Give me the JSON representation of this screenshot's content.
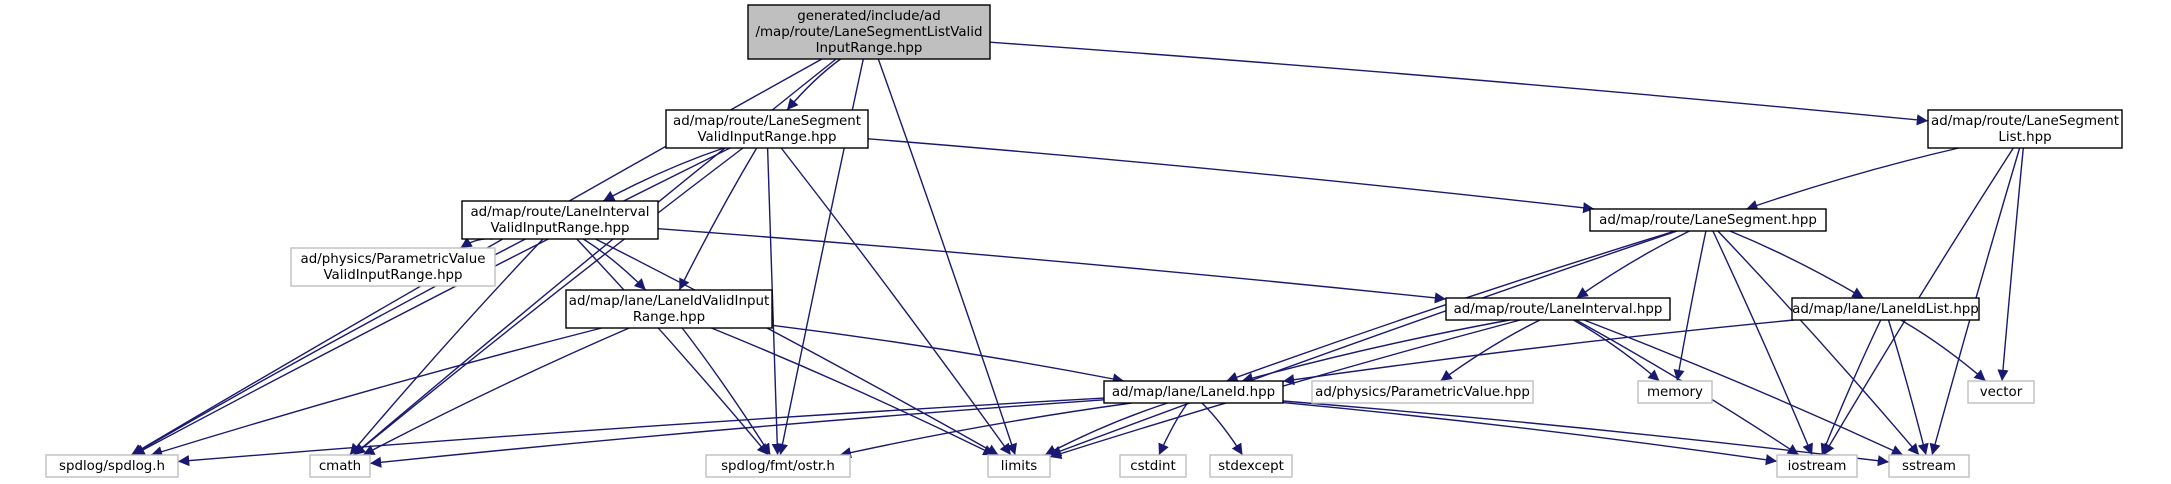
{
  "colors": {
    "edge": "#191970",
    "root_fill": "#bfbfbf",
    "root_stroke": "#000000",
    "file_stroke": "#000000",
    "system_stroke": "#bfbfbf",
    "system_text": "#000000"
  },
  "nodes": [
    {
      "id": "root",
      "kind": "root",
      "lines": [
        "generated/include/ad",
        "/map/route/LaneSegmentListValid",
        "InputRange.hpp"
      ]
    },
    {
      "id": "lsvir",
      "kind": "file",
      "lines": [
        "ad/map/route/LaneSegment",
        "ValidInputRange.hpp"
      ]
    },
    {
      "id": "lsl",
      "kind": "file",
      "lines": [
        "ad/map/route/LaneSegment",
        "List.hpp"
      ]
    },
    {
      "id": "livir",
      "kind": "file",
      "lines": [
        "ad/map/route/LaneInterval",
        "ValidInputRange.hpp"
      ]
    },
    {
      "id": "ls",
      "kind": "file",
      "lines": [
        "ad/map/route/LaneSegment.hpp"
      ]
    },
    {
      "id": "pvvir",
      "kind": "system",
      "lines": [
        "ad/physics/ParametricValue",
        "ValidInputRange.hpp"
      ]
    },
    {
      "id": "lidvir",
      "kind": "file",
      "lines": [
        "ad/map/lane/LaneIdValidInput",
        "Range.hpp"
      ]
    },
    {
      "id": "li",
      "kind": "file",
      "lines": [
        "ad/map/route/LaneInterval.hpp"
      ]
    },
    {
      "id": "lidl",
      "kind": "file",
      "lines": [
        "ad/map/lane/LaneIdList.hpp"
      ]
    },
    {
      "id": "memory",
      "kind": "system",
      "lines": [
        "memory"
      ]
    },
    {
      "id": "vector",
      "kind": "system",
      "lines": [
        "vector"
      ]
    },
    {
      "id": "lid",
      "kind": "file",
      "lines": [
        "ad/map/lane/LaneId.hpp"
      ]
    },
    {
      "id": "pv",
      "kind": "system",
      "lines": [
        "ad/physics/ParametricValue.hpp"
      ]
    },
    {
      "id": "spdlog",
      "kind": "system",
      "lines": [
        "spdlog/spdlog.h"
      ]
    },
    {
      "id": "cmath",
      "kind": "system",
      "lines": [
        "cmath"
      ]
    },
    {
      "id": "ostr",
      "kind": "system",
      "lines": [
        "spdlog/fmt/ostr.h"
      ]
    },
    {
      "id": "limits",
      "kind": "system",
      "lines": [
        "limits"
      ]
    },
    {
      "id": "cstdint",
      "kind": "system",
      "lines": [
        "cstdint"
      ]
    },
    {
      "id": "stdexcept",
      "kind": "system",
      "lines": [
        "stdexcept"
      ]
    },
    {
      "id": "iostream",
      "kind": "system",
      "lines": [
        "iostream"
      ]
    },
    {
      "id": "sstream",
      "kind": "system",
      "lines": [
        "sstream"
      ]
    }
  ],
  "edges": [
    [
      "root",
      "lsvir"
    ],
    [
      "root",
      "lsl"
    ],
    [
      "root",
      "spdlog"
    ],
    [
      "root",
      "cmath"
    ],
    [
      "root",
      "ostr"
    ],
    [
      "root",
      "limits"
    ],
    [
      "lsvir",
      "livir"
    ],
    [
      "lsvir",
      "ls"
    ],
    [
      "lsvir",
      "lidvir"
    ],
    [
      "lsvir",
      "spdlog"
    ],
    [
      "lsvir",
      "cmath"
    ],
    [
      "lsvir",
      "ostr"
    ],
    [
      "lsvir",
      "limits"
    ],
    [
      "lsl",
      "ls"
    ],
    [
      "lsl",
      "vector"
    ],
    [
      "lsl",
      "iostream"
    ],
    [
      "lsl",
      "sstream"
    ],
    [
      "livir",
      "pvvir"
    ],
    [
      "livir",
      "lidvir"
    ],
    [
      "livir",
      "li"
    ],
    [
      "livir",
      "spdlog"
    ],
    [
      "livir",
      "cmath"
    ],
    [
      "livir",
      "ostr"
    ],
    [
      "livir",
      "limits"
    ],
    [
      "ls",
      "li"
    ],
    [
      "ls",
      "lidl"
    ],
    [
      "ls",
      "lid"
    ],
    [
      "ls",
      "memory"
    ],
    [
      "ls",
      "limits"
    ],
    [
      "ls",
      "iostream"
    ],
    [
      "ls",
      "sstream"
    ],
    [
      "lidvir",
      "lid"
    ],
    [
      "lidvir",
      "spdlog"
    ],
    [
      "lidvir",
      "cmath"
    ],
    [
      "lidvir",
      "ostr"
    ],
    [
      "lidvir",
      "limits"
    ],
    [
      "li",
      "lid"
    ],
    [
      "li",
      "pv"
    ],
    [
      "li",
      "memory"
    ],
    [
      "li",
      "limits"
    ],
    [
      "li",
      "iostream"
    ],
    [
      "li",
      "sstream"
    ],
    [
      "lidl",
      "lid"
    ],
    [
      "lidl",
      "vector"
    ],
    [
      "lidl",
      "iostream"
    ],
    [
      "lidl",
      "sstream"
    ],
    [
      "lid",
      "spdlog"
    ],
    [
      "lid",
      "cmath"
    ],
    [
      "lid",
      "ostr"
    ],
    [
      "lid",
      "limits"
    ],
    [
      "lid",
      "cstdint"
    ],
    [
      "lid",
      "stdexcept"
    ],
    [
      "lid",
      "iostream"
    ],
    [
      "lid",
      "sstream"
    ]
  ]
}
